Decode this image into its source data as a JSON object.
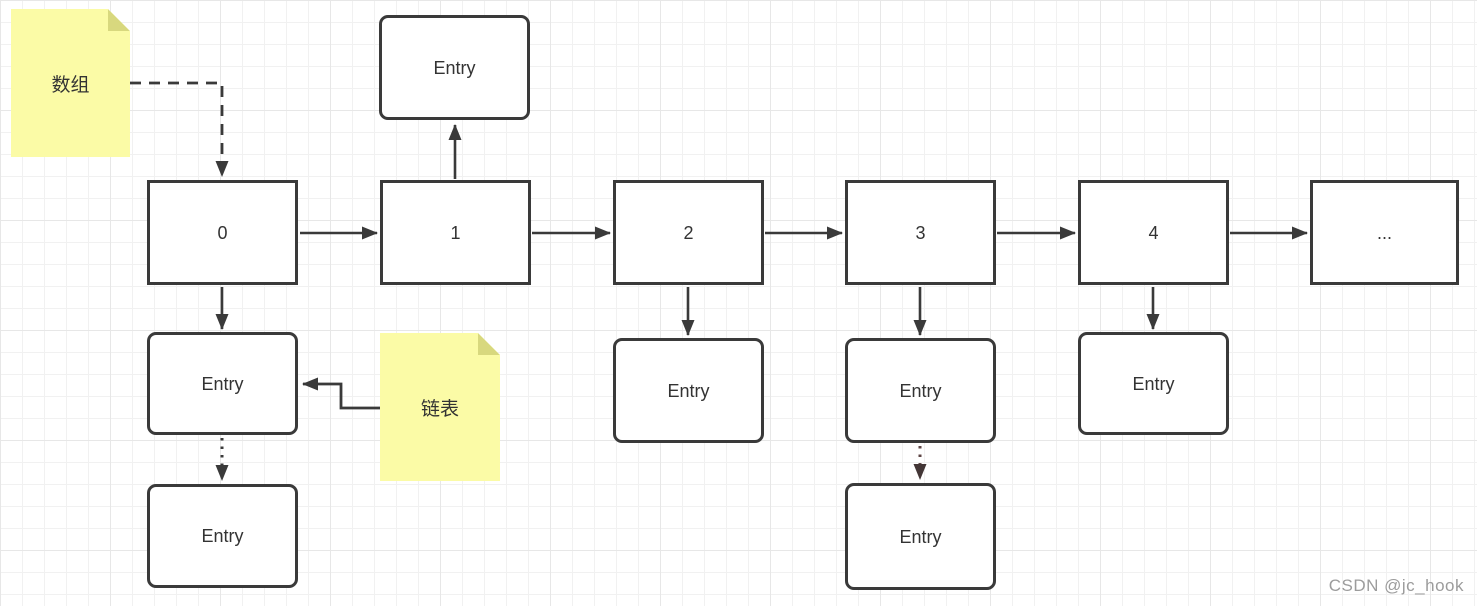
{
  "diagram": {
    "notes": {
      "array": {
        "label": "数组"
      },
      "list": {
        "label": "链表"
      }
    },
    "cells": [
      {
        "label": "0"
      },
      {
        "label": "1"
      },
      {
        "label": "2"
      },
      {
        "label": "3"
      },
      {
        "label": "4"
      },
      {
        "label": "..."
      }
    ],
    "entries": [
      {
        "id": "entry-above-1",
        "label": "Entry"
      },
      {
        "id": "entry-bucket-0",
        "label": "Entry"
      },
      {
        "id": "entry-bucket-2",
        "label": "Entry"
      },
      {
        "id": "entry-bucket-3",
        "label": "Entry"
      },
      {
        "id": "entry-bucket-4",
        "label": "Entry"
      },
      {
        "id": "entry-chain-0",
        "label": "Entry"
      },
      {
        "id": "entry-chain-3",
        "label": "Entry"
      }
    ],
    "colors": {
      "line": "#3a3a3a",
      "dotted_alt": "#5d4545",
      "note_fill": "#fbfba6",
      "note_fold": "#d8d87e"
    }
  },
  "watermark": {
    "text": "CSDN @jc_hook"
  }
}
